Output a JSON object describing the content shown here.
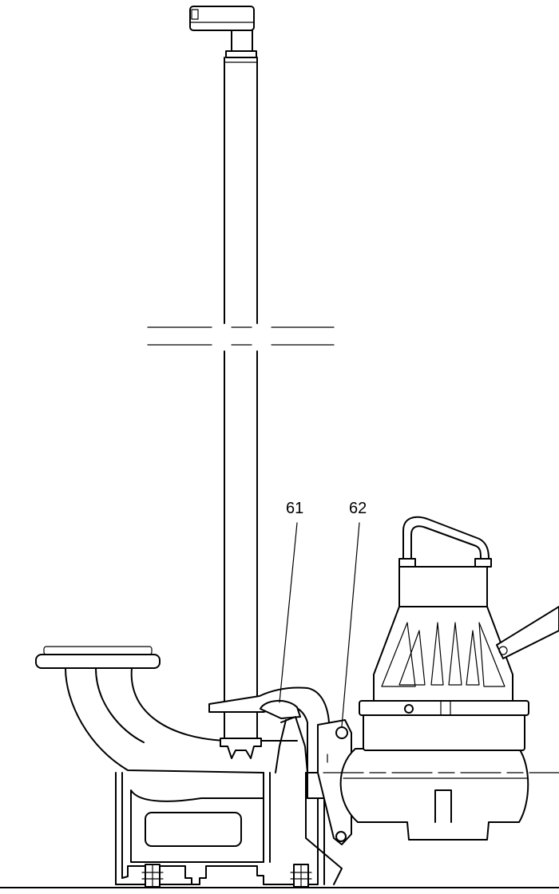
{
  "callouts": [
    {
      "id": "61",
      "label": "61"
    },
    {
      "id": "62",
      "label": "62"
    }
  ],
  "colors": {
    "line": "#000000",
    "background": "#ffffff"
  }
}
